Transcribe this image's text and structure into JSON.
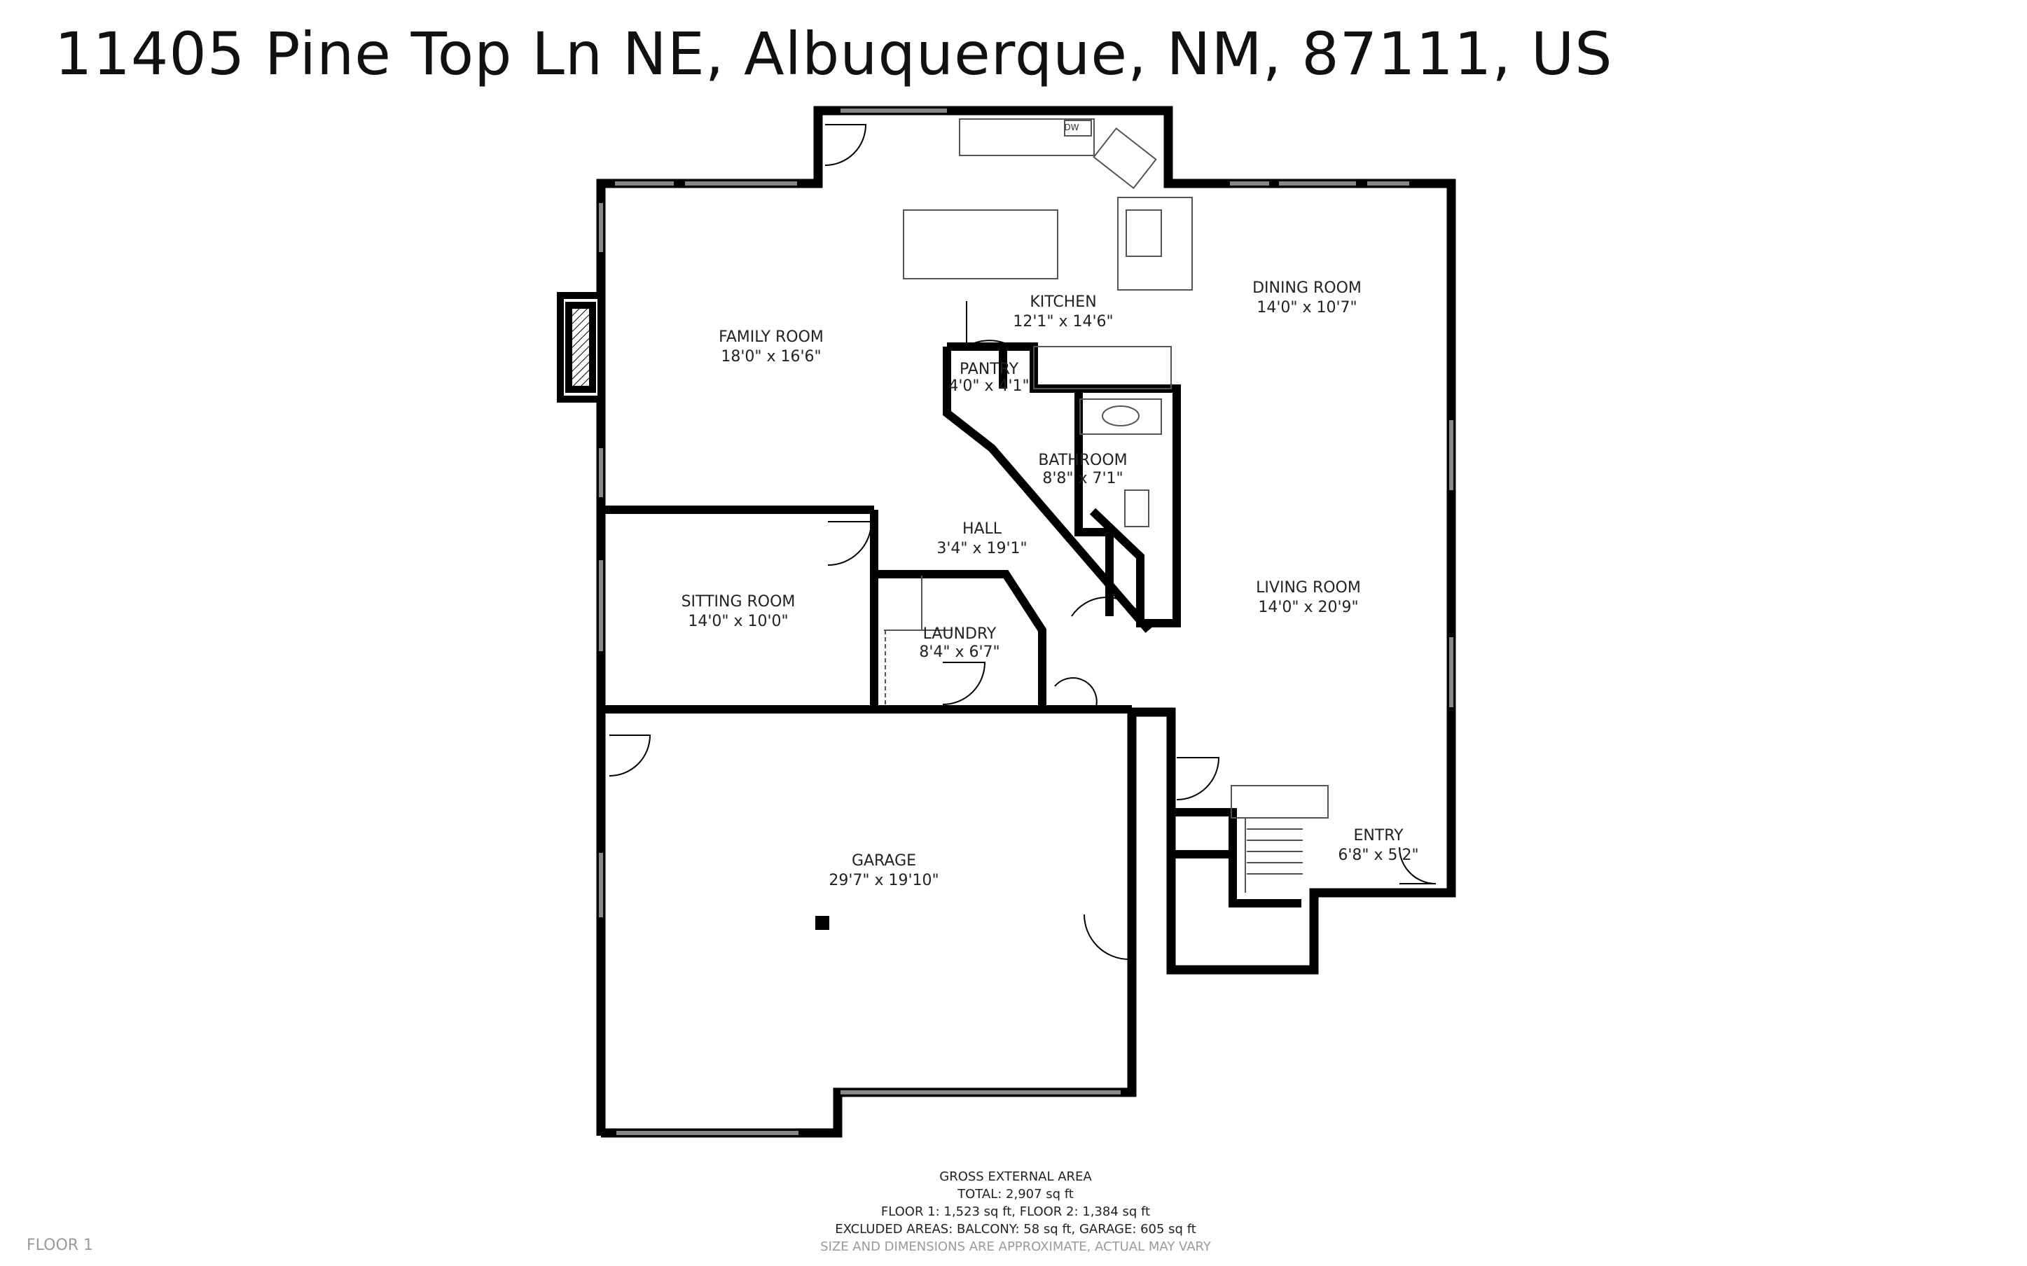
{
  "title": "11405 Pine Top Ln NE, Albuquerque, NM, 87111, US",
  "rooms": [
    {
      "id": "family",
      "name": "FAMILY ROOM",
      "dims": "18'0\" x 16'6\""
    },
    {
      "id": "kitchen",
      "name": "KITCHEN",
      "dims": "12'1\" x 14'6\""
    },
    {
      "id": "pantry",
      "name": "PANTRY",
      "dims": "4'0\" x 4'1\""
    },
    {
      "id": "dining",
      "name": "DINING ROOM",
      "dims": "14'0\" x 10'7\""
    },
    {
      "id": "bathroom",
      "name": "BATHROOM",
      "dims": "8'8\" x 7'1\""
    },
    {
      "id": "hall",
      "name": "HALL",
      "dims": "3'4\" x 19'1\""
    },
    {
      "id": "sitting",
      "name": "SITTING ROOM",
      "dims": "14'0\" x 10'0\""
    },
    {
      "id": "laundry",
      "name": "LAUNDRY",
      "dims": "8'4\" x 6'7\""
    },
    {
      "id": "living",
      "name": "LIVING ROOM",
      "dims": "14'0\" x 20'9\""
    },
    {
      "id": "garage",
      "name": "GARAGE",
      "dims": "29'7\" x 19'10\""
    },
    {
      "id": "entry",
      "name": "ENTRY",
      "dims": "6'8\" x 5'2\""
    }
  ],
  "fixtures": {
    "dishwasher_label": "DW"
  },
  "area_summary": {
    "heading": "GROSS EXTERNAL AREA",
    "total": "TOTAL: 2,907 sq ft",
    "floors": "FLOOR 1: 1,523 sq ft, FLOOR 2: 1,384 sq ft",
    "excluded": "EXCLUDED AREAS: BALCONY: 58 sq ft, GARAGE: 605 sq ft",
    "note": "SIZE AND DIMENSIONS ARE APPROXIMATE, ACTUAL MAY VARY"
  },
  "floor_label": "FLOOR 1",
  "colors": {
    "wall": "#000000",
    "window": "#888888",
    "background": "#ffffff"
  }
}
